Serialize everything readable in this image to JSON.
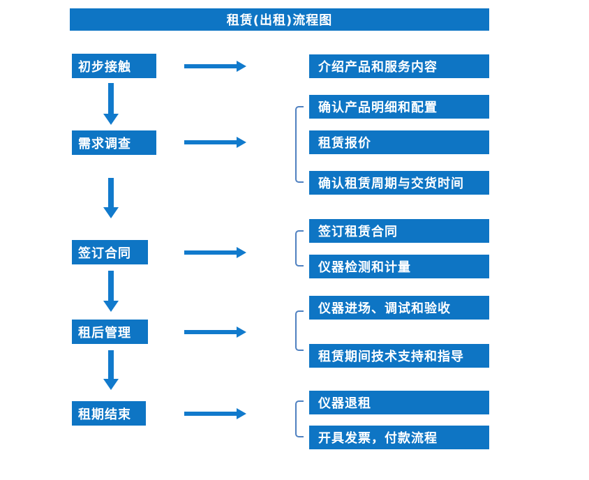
{
  "title": "租赁(出租)流程图",
  "colors": {
    "box_blue": "#0e75c4",
    "arrow_blue": "#117acc",
    "bracket_blue": "#4f80c0",
    "text_white": "#ffffff",
    "background": "#ffffff"
  },
  "steps": [
    {
      "label": "初步接触",
      "outputs": [
        "介绍产品和服务内容"
      ]
    },
    {
      "label": "需求调查",
      "outputs": [
        "确认产品明细和配置",
        "租赁报价",
        "确认租赁周期与交货时间"
      ]
    },
    {
      "label": "签订合同",
      "outputs": [
        "签订租赁合同",
        "仪器检测和计量"
      ]
    },
    {
      "label": "租后管理",
      "outputs": [
        "仪器进场、调试和验收",
        "租赁期间技术支持和指导"
      ]
    },
    {
      "label": "租期结束",
      "outputs": [
        "仪器退租",
        "开具发票，付款流程"
      ]
    }
  ]
}
